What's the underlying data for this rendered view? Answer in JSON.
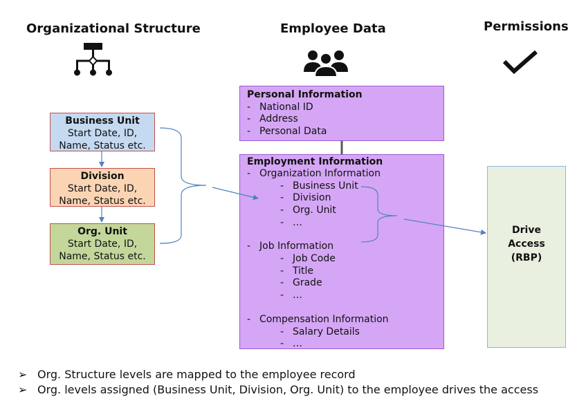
{
  "headings": {
    "org": "Organizational Structure",
    "emp": "Employee Data",
    "perm": "Permissions"
  },
  "icons": {
    "org": "org-chart-icon",
    "emp": "people-group-icon",
    "perm": "checkmark-icon"
  },
  "org_boxes": [
    {
      "title": "Business Unit",
      "line1": "Start Date, ID,",
      "line2": "Name, Status etc.",
      "fill": "#c5d9f1",
      "border": "#c0504d"
    },
    {
      "title": "Division",
      "line1": "Start Date, ID,",
      "line2": "Name, Status etc.",
      "fill": "#fbd4b4",
      "border": "#c0504d"
    },
    {
      "title": "Org. Unit",
      "line1": "Start Date, ID,",
      "line2": "Name, Status etc.",
      "fill": "#c4d79b",
      "border": "#c0504d"
    }
  ],
  "personal": {
    "title": "Personal Information",
    "items": [
      "National ID",
      "Address",
      "Personal Data"
    ]
  },
  "employment": {
    "title": "Employment Information",
    "org_info": {
      "label": "Organization Information",
      "items": [
        "Business Unit",
        "Division",
        "Org. Unit",
        "…"
      ]
    },
    "job_info": {
      "label": "Job Information",
      "items": [
        "Job Code",
        "Title",
        "Grade",
        "…"
      ]
    },
    "comp_info": {
      "label": "Compensation Information",
      "items": [
        "Salary Details",
        "…"
      ]
    }
  },
  "drive": {
    "line1": "Drive",
    "line2": "Access",
    "line3": "(RBP)"
  },
  "bullets": [
    "Org. Structure levels are mapped to the employee record",
    "Org. levels assigned (Business Unit, Division, Org. Unit) to the employee drives the access"
  ],
  "colors": {
    "purple_fill": "#d5a6f5",
    "connector_blue": "#4f81bd",
    "drive_fill": "#eaf0e0"
  }
}
